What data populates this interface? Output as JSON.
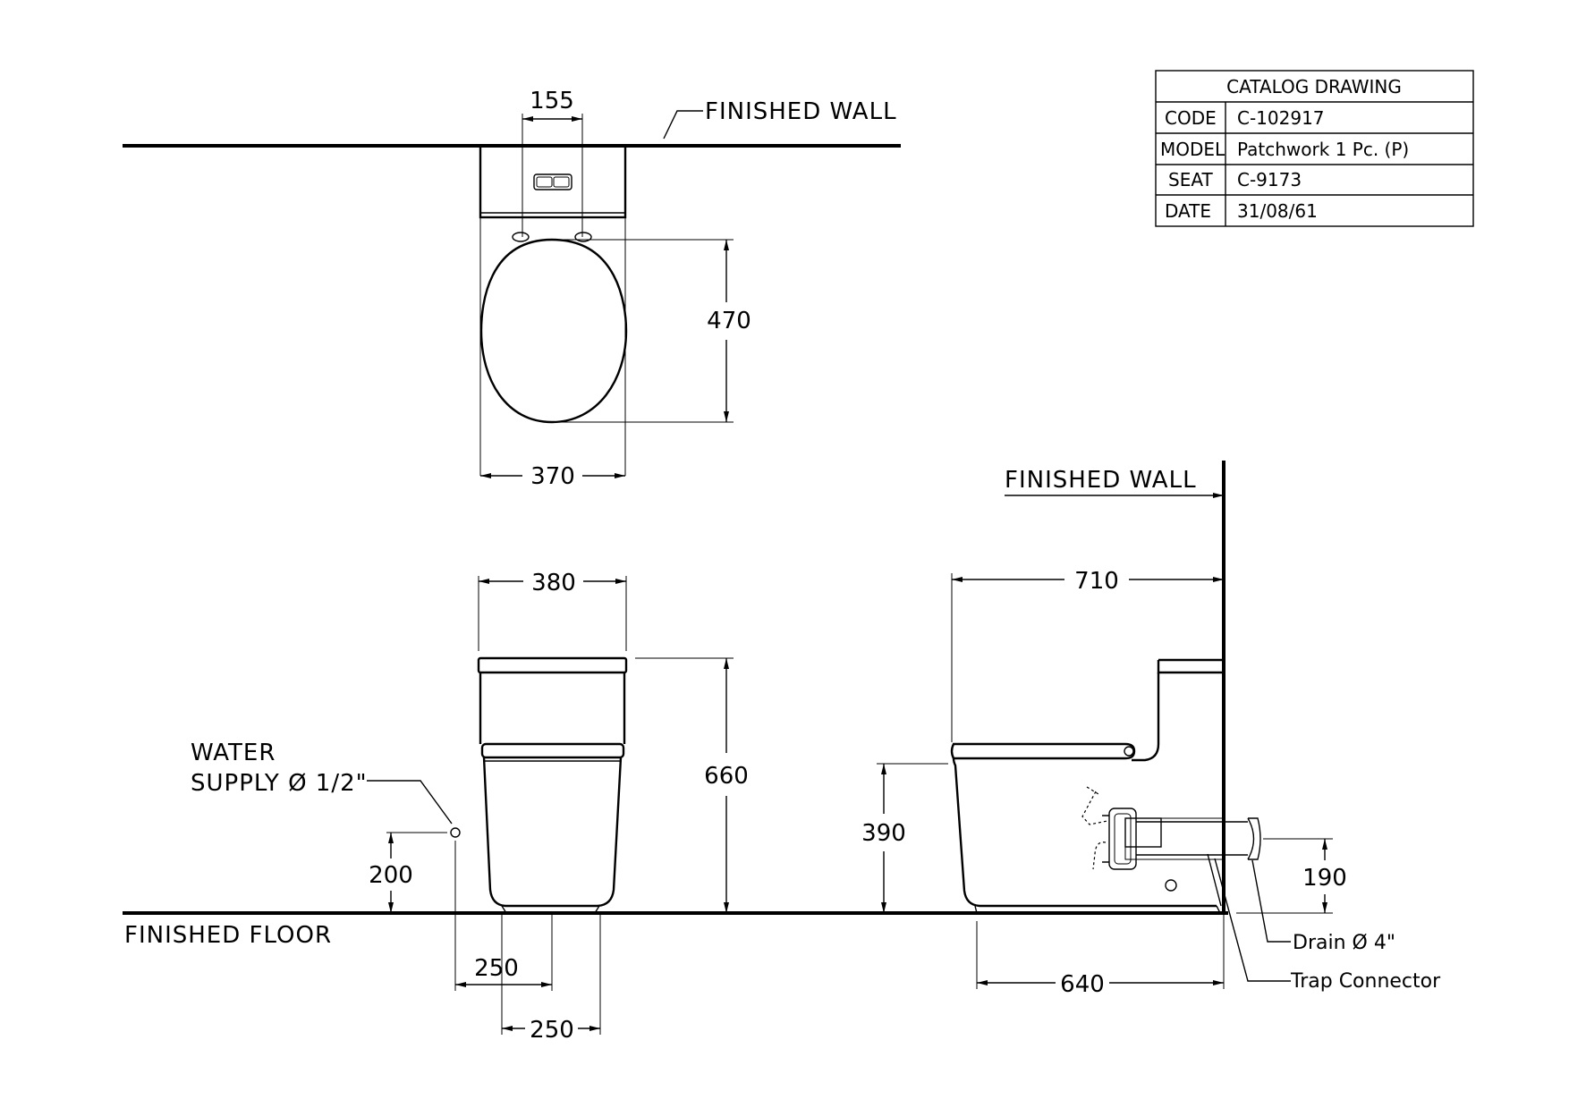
{
  "title_block": {
    "heading": "CATALOG DRAWING",
    "rows": [
      {
        "key": "CODE",
        "value": "C-102917"
      },
      {
        "key": "MODEL",
        "value": "Patchwork 1 Pc. (P)"
      },
      {
        "key": "SEAT",
        "value": "C-9173"
      },
      {
        "key": "DATE",
        "value": "31/08/61"
      }
    ]
  },
  "labels": {
    "finished_wall_top": "FINISHED WALL",
    "finished_wall_side": "FINISHED WALL",
    "finished_floor": "FINISHED FLOOR",
    "water_supply_line1": "WATER",
    "water_supply_line2": "SUPPLY Ø 1/2\"",
    "drain": "Drain Ø 4\"",
    "trap_connector": "Trap Connector"
  },
  "dimensions": {
    "top_button_spacing": "155",
    "top_seat_depth": "470",
    "top_width": "370",
    "front_width": "380",
    "front_height": "660",
    "front_supply_height": "200",
    "front_supply_offset": "250",
    "front_base_width": "250",
    "side_depth": "710",
    "side_seat_height": "390",
    "side_drain_height": "190",
    "side_base_depth": "640"
  }
}
